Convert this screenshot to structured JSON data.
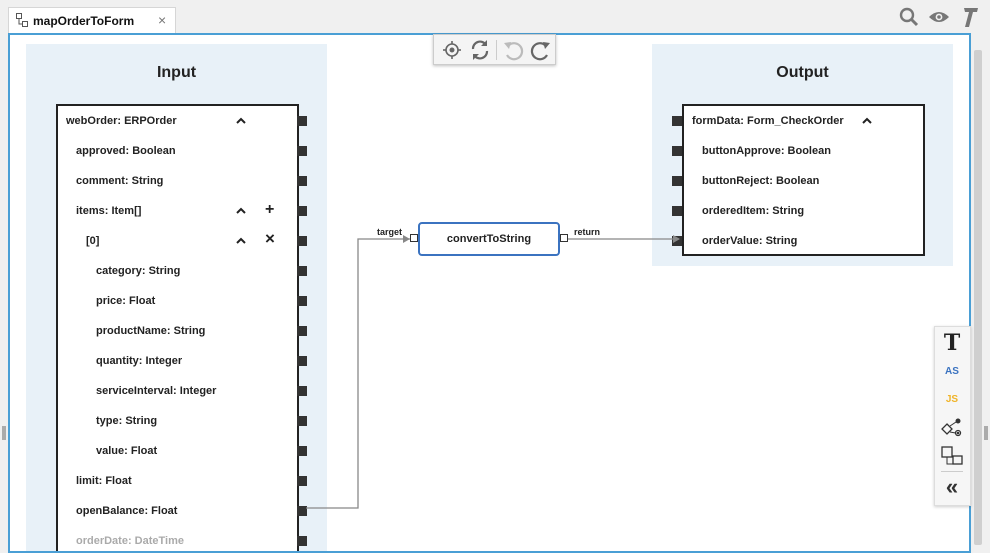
{
  "tab": {
    "title": "mapOrderToForm",
    "close": "×",
    "icon": "mapping-icon"
  },
  "top_icons": [
    "search-icon",
    "eye-icon",
    "text-style-icon"
  ],
  "toolbar": [
    "locate-icon",
    "refresh-icon",
    "undo-icon",
    "redo-icon"
  ],
  "input": {
    "title": "Input",
    "fields": [
      {
        "label": "webOrder: ERPOrder",
        "caret": true
      },
      {
        "label": "approved: Boolean"
      },
      {
        "label": "comment: String"
      },
      {
        "label": "items: Item[]",
        "caret": true,
        "add": "+"
      },
      {
        "label": "[0]",
        "caret": true,
        "remove": "×"
      },
      {
        "label": "category: String"
      },
      {
        "label": "price: Float"
      },
      {
        "label": "productName: String"
      },
      {
        "label": "quantity: Integer"
      },
      {
        "label": "serviceInterval: Integer"
      },
      {
        "label": "type: String"
      },
      {
        "label": "value: Float"
      },
      {
        "label": "limit: Float"
      },
      {
        "label": "openBalance: Float"
      },
      {
        "label": "orderDate: DateTime"
      }
    ]
  },
  "output": {
    "title": "Output",
    "fields": [
      {
        "label": "formData: Form_CheckOrder",
        "caret": true
      },
      {
        "label": "buttonApprove: Boolean"
      },
      {
        "label": "buttonReject: Boolean"
      },
      {
        "label": "orderedItem: String"
      },
      {
        "label": "orderValue: String"
      }
    ]
  },
  "function": {
    "name": "convertToString",
    "input_label": "target",
    "output_label": "return"
  },
  "side_toolbar": {
    "text_tool": "T",
    "as_tool": "AS",
    "js_tool": "JS",
    "collapse": "«"
  },
  "colors": {
    "accent": "#4a9fd5",
    "panel": "#e8f1f8",
    "function_border": "#3b73c0",
    "js": "#f0b429",
    "as": "#3b73c0"
  }
}
